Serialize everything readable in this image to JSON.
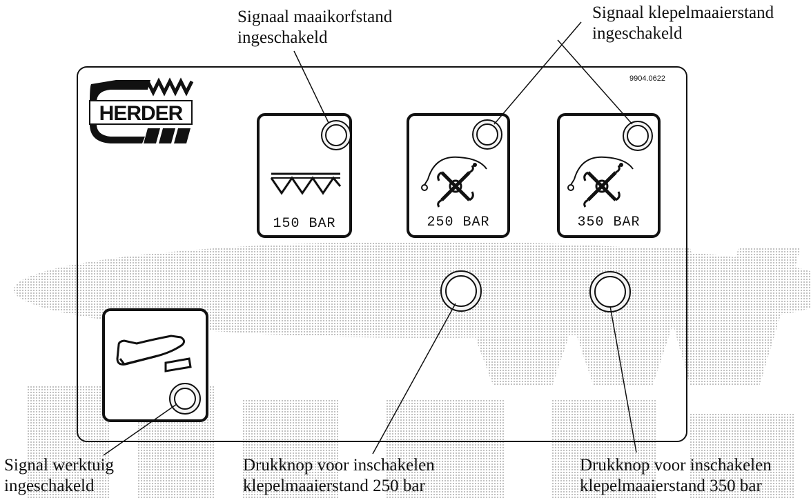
{
  "callouts": {
    "signal_maaikorf": [
      "Signaal maaikorfstand",
      "ingeschakeld"
    ],
    "signal_klepelmaaier": [
      "Signaal klepelmaaierstand",
      "ingeschakeld"
    ],
    "signal_werktuig": [
      "Signal werktuig",
      "ingeschakeld"
    ],
    "button_250": [
      "Drukknop voor inschakelen",
      "klepelmaaierstand 250 bar"
    ],
    "button_350": [
      "Drukknop voor inschakelen",
      "klepelmaaierstand 350 bar"
    ]
  },
  "panel": {
    "doc_code": "9904.0622",
    "logo_text": "HERDER",
    "mode_boxes": [
      {
        "label": "150 BAR",
        "icon": "mowing-basket-icon"
      },
      {
        "label": "250 BAR",
        "icon": "flail-mower-icon"
      },
      {
        "label": "350 BAR",
        "icon": "flail-mower-icon"
      }
    ]
  },
  "colors": {
    "ink": "#111111",
    "watermark": "#bdbdbd",
    "panel_bg": "#f1f1f1",
    "lamp_fill": "#f4f4f4"
  }
}
